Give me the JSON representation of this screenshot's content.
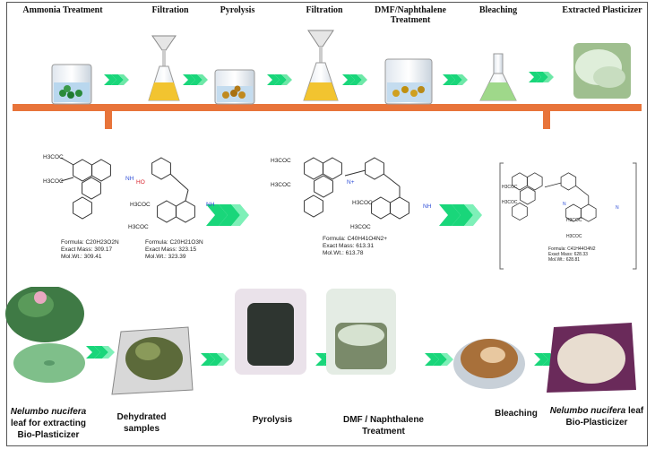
{
  "top_steps": [
    "Ammonia Treatment",
    "Filtration",
    "Pyrolysis",
    "Filtration",
    "DMF/Naphthalene Treatment",
    "Bleaching",
    "Extracted Plasticizer"
  ],
  "compounds": [
    {
      "formula": "Formula: C20H23O2N",
      "exact_mass": "Exact Mass: 309.17",
      "mol_wt": "Mol.Wt.: 309.41"
    },
    {
      "formula": "Formula: C20H21O3N",
      "exact_mass": "Exact Mass: 323.15",
      "mol_wt": "Mol.Wt.: 323.39"
    },
    {
      "formula": "Formula: C40H41O4N2+",
      "exact_mass": "Exact Mass: 613.31",
      "mol_wt": "Mol.Wt.: 613.78"
    },
    {
      "formula": "Formula: C41H44O4N2",
      "exact_mass": "Exact Mass: 628.33",
      "mol_wt": "Mol.Wt.: 628.81"
    }
  ],
  "atom_labels": {
    "acetyl": "H3COC",
    "nh": "NH",
    "n": "N",
    "n_plus": "N+",
    "ho": "HO"
  },
  "bottom_steps": [
    {
      "italic": "Nelumbo nucifera",
      "rest": "leaf for extracting Bio-Plasticizer"
    },
    {
      "italic": "",
      "rest": "Dehydrated samples"
    },
    {
      "italic": "",
      "rest": "Pyrolysis"
    },
    {
      "italic": "",
      "rest": "DMF / Naphthalene Treatment"
    },
    {
      "italic": "",
      "rest": "Bleaching"
    },
    {
      "italic": "Nelumbo nucifera",
      "rest": "leaf Bio-Plasticizer"
    }
  ],
  "colors": {
    "shelf": "#e8743a",
    "arrow": "#19d67a",
    "nitrogen": "#2f4fd8",
    "oxygen": "#d8202a"
  }
}
